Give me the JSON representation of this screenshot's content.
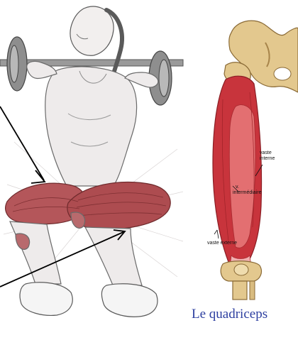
{
  "figure": {
    "labels": {
      "vaste_interne_line1": "vaste",
      "vaste_interne_line2": "interne",
      "intermediaire_line1": "v.",
      "intermediaire_line2": "intermédiaire",
      "vaste_externe": "vaste externe"
    },
    "caption": "Le quadriceps"
  },
  "colors": {
    "caption": "#2d3fa0",
    "muscle": "#c8343c",
    "muscle_light": "#e77b7b",
    "bone": "#e3c88e",
    "bone_shadow": "#a7844a"
  }
}
